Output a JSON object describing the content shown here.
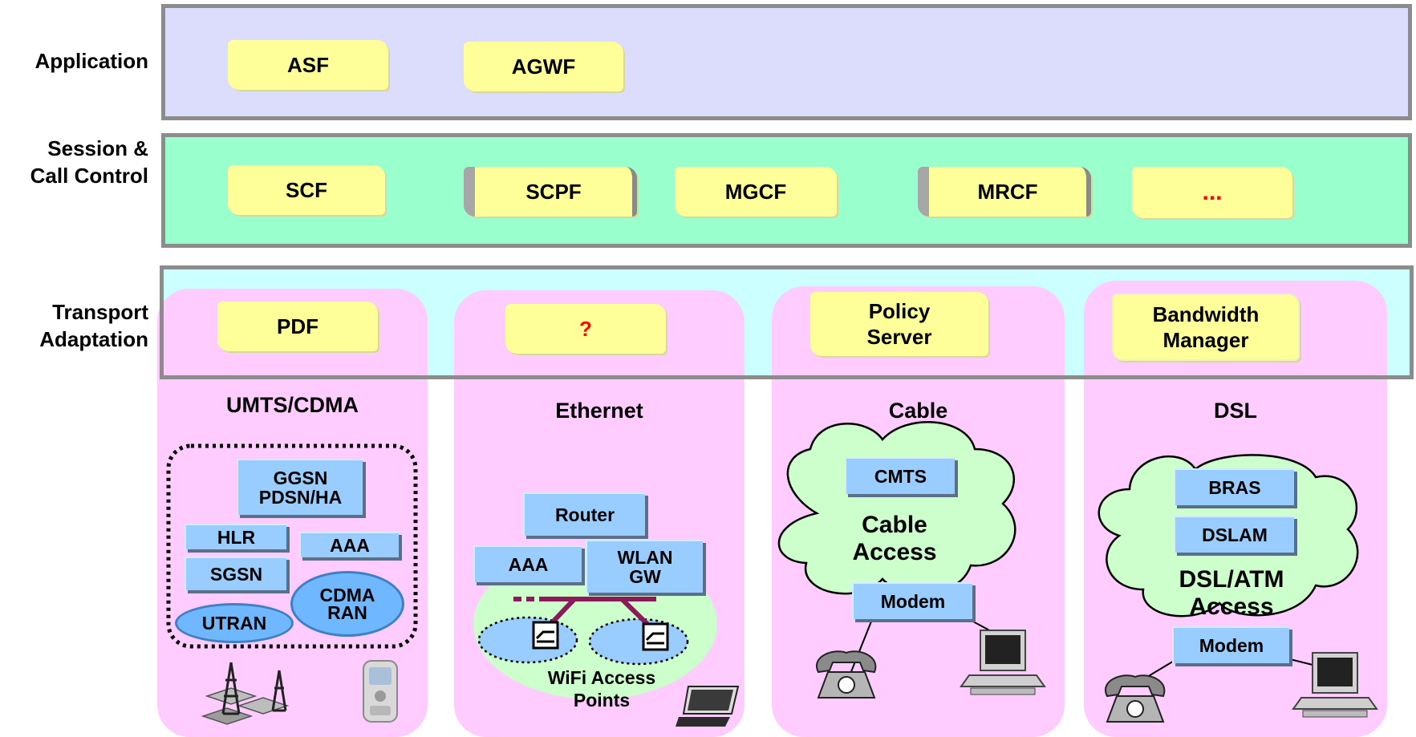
{
  "layers": {
    "application": "Application",
    "session_line1": "Session &",
    "session_line2": "Call Control",
    "transport_line1": "Transport",
    "transport_line2": "Adaptation"
  },
  "application_boxes": [
    "ASF",
    "AGWF"
  ],
  "session_boxes": [
    "SCF",
    "SCPF",
    "MGCF",
    "MRCF",
    "..."
  ],
  "transport_boxes": {
    "pdf": "PDF",
    "unknown": "?",
    "policy_line1": "Policy",
    "policy_line2": "Server",
    "bw_line1": "Bandwidth",
    "bw_line2": "Manager"
  },
  "columns": {
    "umts": "UMTS/CDMA",
    "ethernet": "Ethernet",
    "cable": "Cable",
    "dsl": "DSL"
  },
  "umts_nodes": {
    "ggsn_line1": "GGSN",
    "ggsn_line2": "PDSN/HA",
    "hlr": "HLR",
    "aaa": "AAA",
    "sgsn": "SGSN",
    "utran": "UTRAN",
    "cdma_line1": "CDMA",
    "cdma_line2": "RAN"
  },
  "ethernet_nodes": {
    "router": "Router",
    "aaa": "AAA",
    "wlan_line1": "WLAN",
    "wlan_line2": "GW",
    "wifi_line1": "WiFi Access",
    "wifi_line2": "Points"
  },
  "cable_nodes": {
    "cmts": "CMTS",
    "cloud_line1": "Cable",
    "cloud_line2": "Access",
    "modem": "Modem"
  },
  "dsl_nodes": {
    "bras": "BRAS",
    "dslam": "DSLAM",
    "cloud_line1": "DSL/ATM",
    "cloud_line2": "Access",
    "modem": "Modem"
  },
  "colors": {
    "application_band": "#dcdcfc",
    "session_band": "#99ffcc",
    "transport_band": "#ccffff",
    "column_bg": "#ffccff",
    "yellow_box": "#ffff99",
    "blue_box": "#99ccff",
    "cloud": "#ccffcc",
    "accent_red": "#ff0000"
  }
}
